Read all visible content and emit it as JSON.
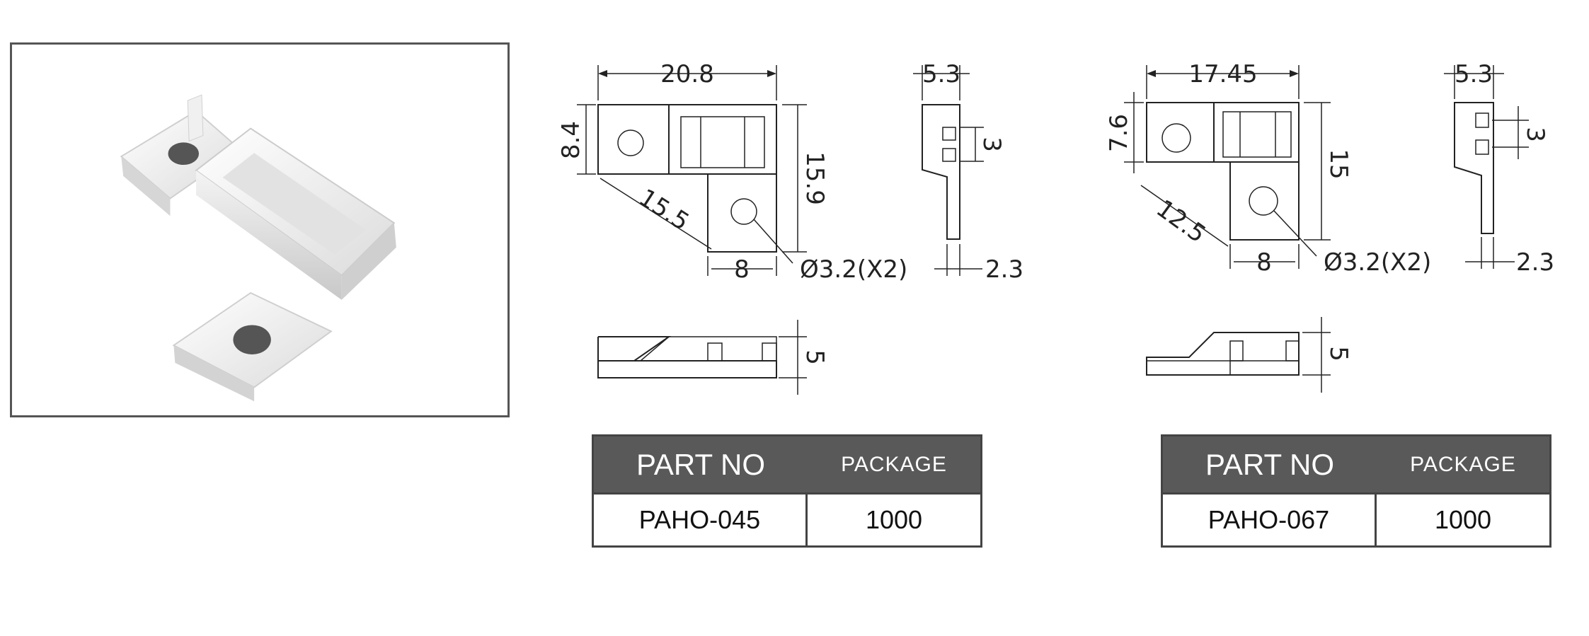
{
  "drawings": [
    {
      "id": "paho-045",
      "dims": {
        "width": "20.8",
        "height_left": "8.4",
        "height_total": "15.9",
        "diagonal": "15.5",
        "tab_width": "8",
        "hole": "Ø3.2(X2)",
        "side_depth": "5.3",
        "side_slot": "3",
        "side_thickness": "2.3",
        "front_height": "5"
      },
      "table": {
        "part_header": "PART NO",
        "package_header": "PACKAGE",
        "part_no": "PAHO-045",
        "package": "1000"
      }
    },
    {
      "id": "paho-067",
      "dims": {
        "width": "17.45",
        "height_left": "7.6",
        "height_total": "15",
        "diagonal": "12.5",
        "tab_width": "8",
        "hole": "Ø3.2(X2)",
        "side_depth": "5.3",
        "side_slot": "3",
        "side_thickness": "2.3",
        "front_height": "5"
      },
      "table": {
        "part_header": "PART NO",
        "package_header": "PACKAGE",
        "part_no": "PAHO-067",
        "package": "1000"
      }
    }
  ],
  "colors": {
    "table_header": "#595959",
    "border": "#444444",
    "line": "#222222"
  }
}
